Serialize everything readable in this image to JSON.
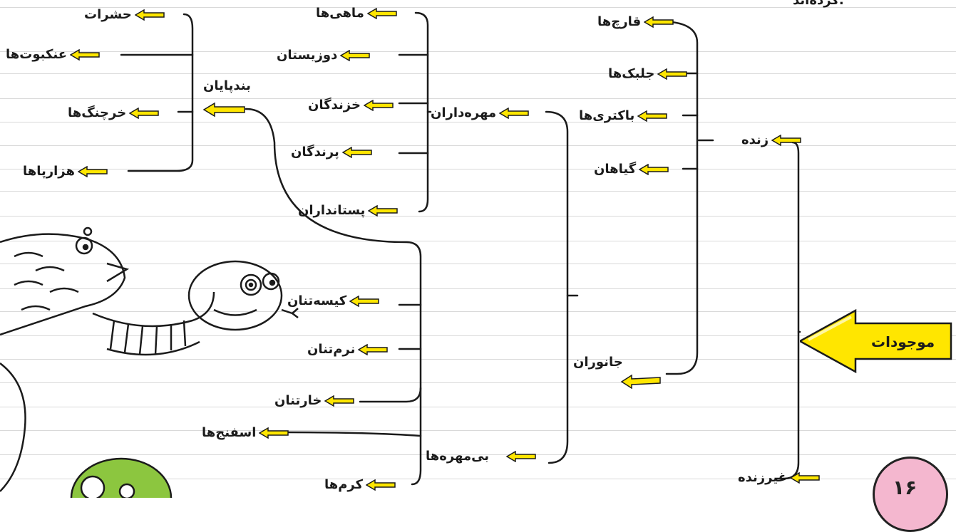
{
  "header_text": "کرده‌اند.",
  "root": {
    "label": "موجودات"
  },
  "level1": {
    "alive": "زنده",
    "nonliving": "غیرزنده"
  },
  "alive_children": {
    "fungi": "قارچ‌ها",
    "algae": "جلبک‌ها",
    "bacteria": "باکتری‌ها",
    "plants": "گیاهان",
    "animals": "جانوران"
  },
  "animals_children": {
    "vertebrates": "مهره‌داران",
    "invertebrates": "بی‌مهره‌ها"
  },
  "vertebrates_children": {
    "fish": "ماهی‌ها",
    "amphibians": "دوزیستان",
    "reptiles": "خزندگان",
    "birds": "پرندگان",
    "mammals": "پستانداران"
  },
  "invertebrates_children": {
    "arthropods": "بندپایان",
    "cnidarians": "کیسه‌تنان",
    "mollusks": "نرم‌تنان",
    "echinoderms": "خارتنان",
    "sponges": "اسفنج‌ها",
    "worms": "کرم‌ها"
  },
  "arthropods_children": {
    "insects": "حشرات",
    "spiders": "عنکبوت‌ها",
    "crabs": "خرچنگ‌ها",
    "millipedes": "هزارپاها"
  },
  "page_number": "۱۶",
  "colors": {
    "arrow_fill": "#ffe600",
    "badge": "#f4b7cf",
    "line": "#1b1b1b"
  }
}
